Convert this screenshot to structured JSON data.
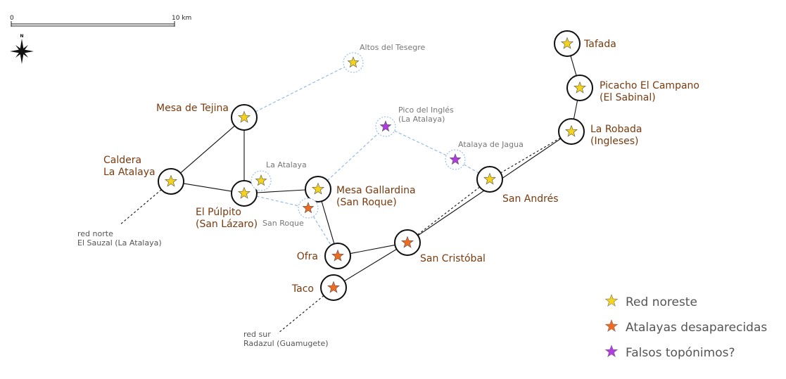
{
  "scale_bar": {
    "start_label": "0",
    "end_label": "10 km"
  },
  "compass": {
    "north_label": "N",
    "icon": "compass-rose-icon"
  },
  "colors": {
    "red_noreste": "#f5d21c",
    "desaparecidas": "#f06a1f",
    "falsos": "#b23be0",
    "label_main": "#7a3a0e",
    "label_minor": "#777777",
    "link_dashed": "#8ab4e8",
    "node_ring": "#111111"
  },
  "main_nodes": {
    "tafada": {
      "label": [
        "Tafada"
      ],
      "category": "red_noreste"
    },
    "campano": {
      "label": [
        "Picacho El Campano",
        "(El Sabinal)"
      ],
      "category": "red_noreste"
    },
    "robada": {
      "label": [
        "La Robada",
        "(Ingleses)"
      ],
      "category": "red_noreste"
    },
    "tejina": {
      "label": [
        "Mesa de Tejina"
      ],
      "category": "red_noreste"
    },
    "caldera": {
      "label": [
        "Caldera",
        "La Atalaya"
      ],
      "category": "red_noreste"
    },
    "pulpito": {
      "label": [
        "El Púlpito",
        "(San Lázaro)"
      ],
      "category": "red_noreste"
    },
    "gallardina": {
      "label": [
        "Mesa Gallardina",
        "(San Roque)"
      ],
      "category": "red_noreste"
    },
    "sanandres": {
      "label": [
        "San Andrés"
      ],
      "category": "red_noreste"
    },
    "cristobal": {
      "label": [
        "San Cristóbal"
      ],
      "category": "desaparecidas"
    },
    "ofra": {
      "label": [
        "Ofra"
      ],
      "category": "desaparecidas"
    },
    "taco": {
      "label": [
        "Taco"
      ],
      "category": "desaparecidas"
    }
  },
  "minor_nodes": {
    "tesegre": {
      "label": [
        "Altos del Tesegre"
      ],
      "category": "red_noreste"
    },
    "laatalaya": {
      "label": [
        "La Atalaya"
      ],
      "category": "red_noreste"
    },
    "sanroque": {
      "label": [
        "San Roque"
      ],
      "category": "desaparecidas"
    },
    "ingles": {
      "label": [
        "Pico del Inglés",
        "(La Atalaya)"
      ],
      "category": "falsos"
    },
    "jagua": {
      "label": [
        "Atalaya de Jagua"
      ],
      "category": "falsos"
    }
  },
  "external_links": {
    "norte": {
      "label": [
        "red norte",
        "El Sauzal (La Atalaya)"
      ]
    },
    "sur": {
      "label": [
        "red sur",
        "Radazul (Guamugete)"
      ]
    }
  },
  "connections": {
    "solid": [
      [
        "tafada",
        "campano"
      ],
      [
        "campano",
        "robada"
      ],
      [
        "robada",
        "cristobal"
      ],
      [
        "cristobal",
        "ofra"
      ],
      [
        "ofra",
        "gallardina"
      ],
      [
        "gallardina",
        "pulpito"
      ],
      [
        "pulpito",
        "caldera"
      ],
      [
        "caldera",
        "tejina"
      ],
      [
        "tejina",
        "pulpito"
      ],
      [
        "cristobal",
        "taco"
      ]
    ],
    "dashed_black": [
      [
        "robada",
        "sanandres"
      ],
      [
        "sanandres",
        "cristobal"
      ],
      [
        "caldera",
        "norte"
      ],
      [
        "taco",
        "sur"
      ]
    ],
    "dashed_blue": [
      [
        "tejina",
        "tesegre"
      ],
      [
        "gallardina",
        "ingles"
      ],
      [
        "ingles",
        "jagua"
      ],
      [
        "jagua",
        "sanandres"
      ],
      [
        "pulpito",
        "sanroque"
      ],
      [
        "sanroque",
        "ofra"
      ]
    ]
  },
  "legend": [
    {
      "category": "red_noreste",
      "label": "Red noreste"
    },
    {
      "category": "desaparecidas",
      "label": "Atalayas desaparecidas"
    },
    {
      "category": "falsos",
      "label": "Falsos topónimos?"
    }
  ]
}
